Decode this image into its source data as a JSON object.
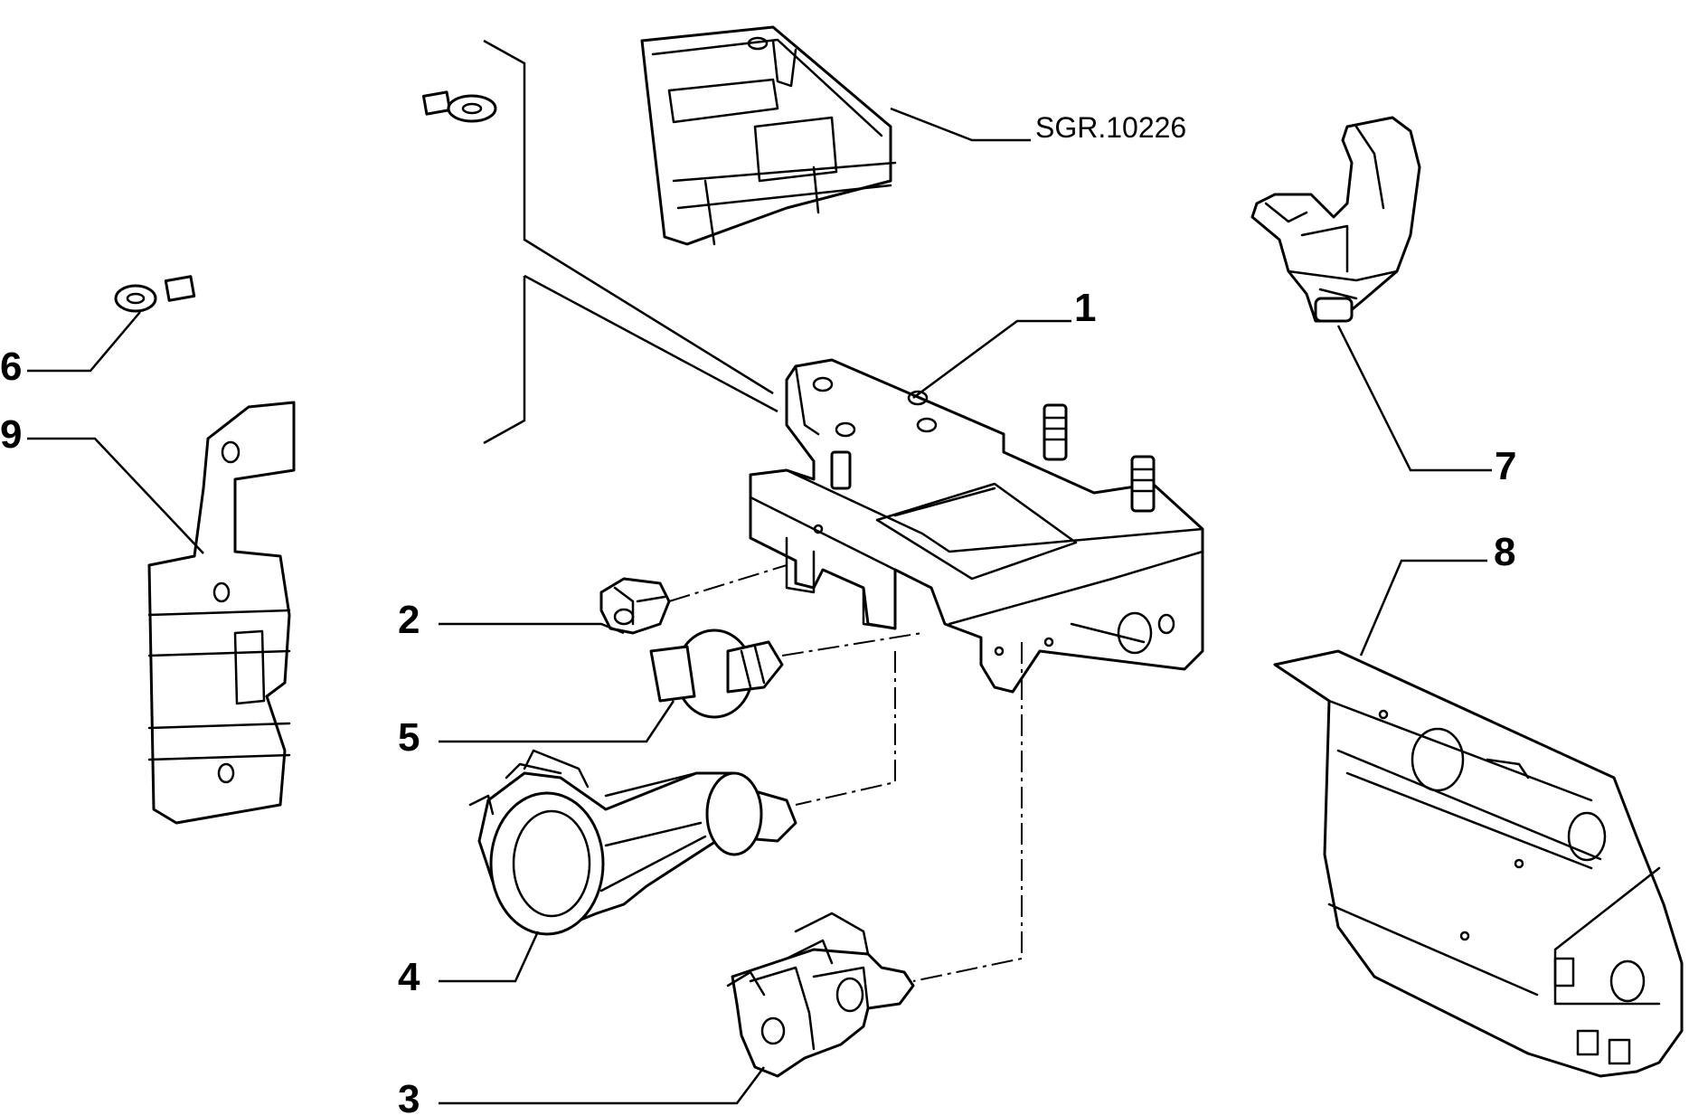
{
  "drawing_reference": "SGR.10226",
  "callouts": {
    "c1": "1",
    "c2": "2",
    "c3": "3",
    "c4": "4",
    "c5": "5",
    "c6": "6",
    "c7": "7",
    "c8": "8",
    "c9": "9"
  },
  "colors": {
    "line": "#000000",
    "background": "#ffffff"
  }
}
